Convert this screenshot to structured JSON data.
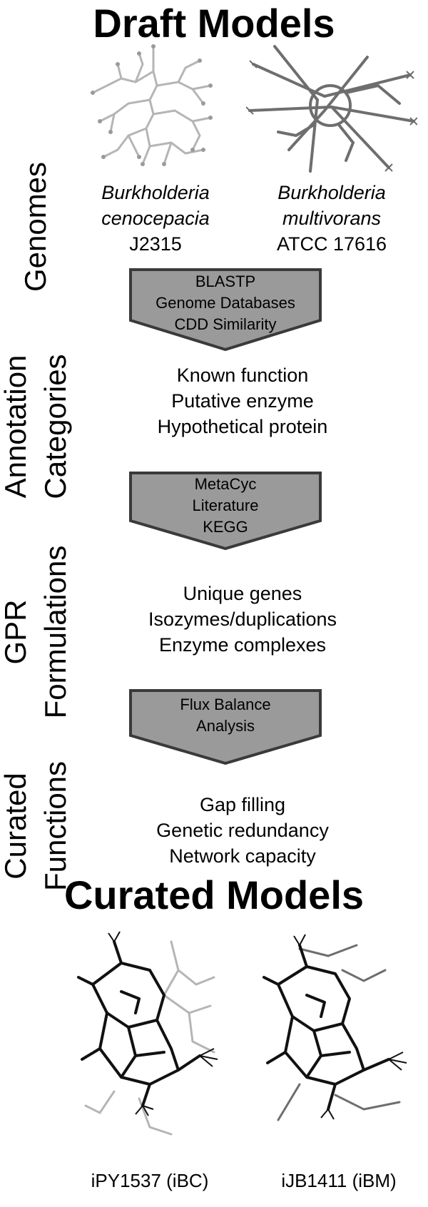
{
  "titles": {
    "draft": "Draft Models",
    "curated": "Curated Models"
  },
  "side_labels": {
    "genomes": [
      "Genomes"
    ],
    "annotation": [
      "Annotation",
      "Categories"
    ],
    "gpr": [
      "GPR",
      "Formulations"
    ],
    "curated_functions": [
      "Curated",
      "Functions"
    ]
  },
  "organisms": [
    {
      "genus": "Burkholderia",
      "species": "cenocepacia",
      "strain": "J2315"
    },
    {
      "genus": "Burkholderia",
      "species": "multivorans",
      "strain": "ATCC 17616"
    }
  ],
  "steps": [
    {
      "lines": [
        "BLASTP",
        "Genome Databases",
        "CDD Similarity"
      ]
    },
    {
      "lines": [
        "MetaCyc",
        "Literature",
        "KEGG"
      ]
    },
    {
      "lines": [
        "Flux Balance",
        "Analysis"
      ]
    }
  ],
  "lists": {
    "annotation": [
      "Known function",
      "Putative enzyme",
      "Hypothetical protein"
    ],
    "gpr": [
      "Unique genes",
      "Isozymes/duplications",
      "Enzyme complexes"
    ],
    "curated": [
      "Gap filling",
      "Genetic redundancy",
      "Network capacity"
    ]
  },
  "captions": {
    "model_bc": "iPY1537 (iBC)",
    "model_bm": "iJB1411 (iBM)"
  },
  "colors": {
    "arrow_fill": "#9a9a9a",
    "arrow_stroke": "#3a3a3a",
    "network_light": "#b5b5b5",
    "network_mid": "#6e6e6e",
    "network_dark": "#111111"
  }
}
